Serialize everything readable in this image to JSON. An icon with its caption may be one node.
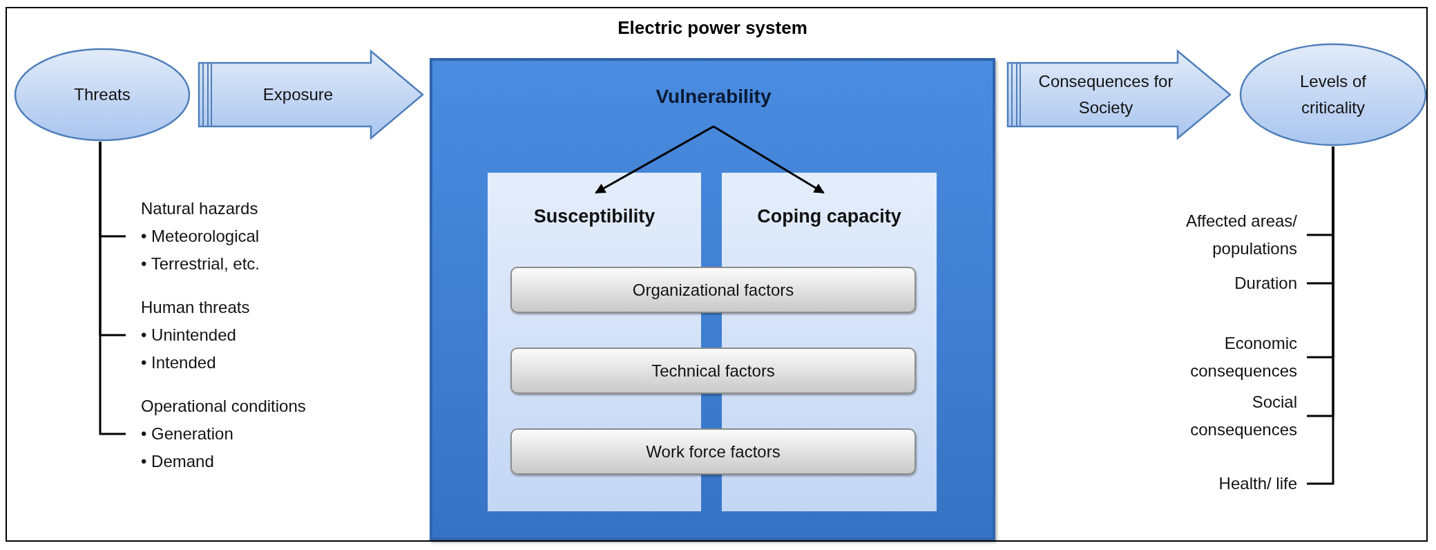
{
  "diagram": {
    "nodes": [
      {
        "text": [
          "Threats"
        ]
      },
      {
        "text": [
          "Exposure"
        ]
      },
      {
        "text": [
          "Electric power system"
        ]
      },
      {
        "text": [
          "Vulnerability"
        ],
        "in": 2
      },
      {
        "text": [
          "Susceptibility"
        ],
        "in": 2
      },
      {
        "text": [
          "Coping capacity"
        ],
        "in": 2
      },
      {
        "text": [
          "Organizational factors"
        ],
        "in": 2
      },
      {
        "text": [
          "Technical factors"
        ],
        "in": 2
      },
      {
        "text": [
          "Work force factors"
        ],
        "in": 2
      },
      {
        "text": [
          "Consequences for Society"
        ]
      },
      {
        "text": [
          "Levels of criticality"
        ]
      },
      {
        "text": [
          "Natural hazards",
          "• Meteorological",
          "• Terrestrial, etc."
        ]
      },
      {
        "text": [
          "Human threats",
          "• Unintended",
          "• Intended"
        ]
      },
      {
        "text": [
          "Operational conditions",
          "• Generation",
          "• Demand"
        ]
      },
      {
        "text": [
          "Affected areas/ populations"
        ]
      },
      {
        "text": [
          "Duration"
        ]
      },
      {
        "text": [
          "Economic consequences"
        ]
      },
      {
        "text": [
          "Social consequences"
        ]
      },
      {
        "text": [
          "Health/ life"
        ]
      }
    ],
    "edges": [
      {
        "from": 3,
        "to": 4,
        "arrow": "to"
      },
      {
        "from": 3,
        "to": 5,
        "arrow": "to"
      },
      {
        "from": 0,
        "to": 11,
        "arrow": "none"
      },
      {
        "from": 0,
        "to": 12,
        "arrow": "none"
      },
      {
        "from": 0,
        "to": 13,
        "arrow": "none"
      },
      {
        "from": 10,
        "to": 14,
        "arrow": "none"
      },
      {
        "from": 10,
        "to": 15,
        "arrow": "none"
      },
      {
        "from": 10,
        "to": 16,
        "arrow": "none"
      },
      {
        "from": 10,
        "to": 17,
        "arrow": "none"
      },
      {
        "from": 10,
        "to": 18,
        "arrow": "none"
      }
    ]
  }
}
